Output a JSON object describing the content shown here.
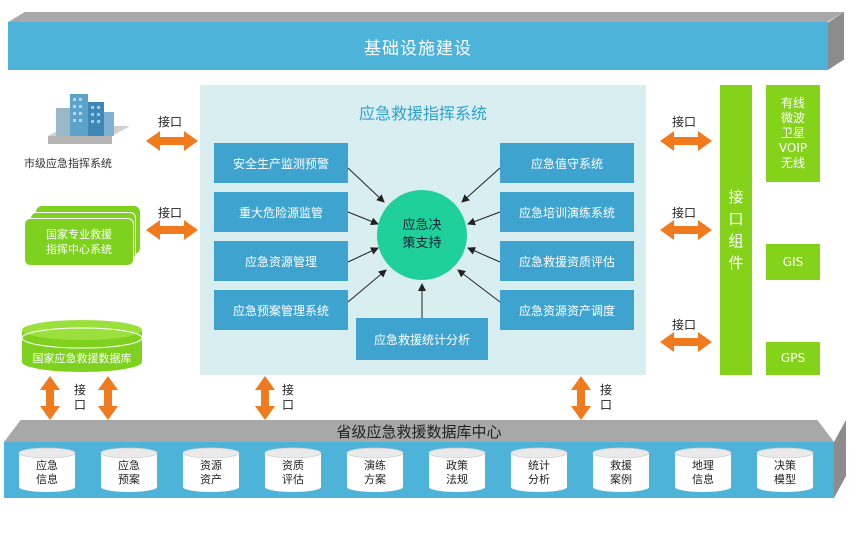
{
  "infrastructure": {
    "title": "基础设施建设"
  },
  "central": {
    "title": "应急救援指挥系统",
    "core": {
      "line1": "应急决",
      "line2": "策支持"
    },
    "left_modules": [
      "安全生产监测预警",
      "重大危险源监管",
      "应急资源管理",
      "应急预案管理系统"
    ],
    "right_modules": [
      "应急值守系统",
      "应急培训演练系统",
      "应急救援资质评估",
      "应急资源资产调度"
    ],
    "bottom_module": "应急救援统计分析"
  },
  "left": {
    "city_system": "市级应急指挥系统",
    "national_center": {
      "line1": "国家专业救援",
      "line2": "指挥中心系统"
    },
    "national_db": "国家应急救援数据库"
  },
  "interface": {
    "label": "接口",
    "component": [
      "接",
      "口",
      "组",
      "件"
    ],
    "networks": [
      "有线",
      "微波",
      "卫星",
      "VOIP",
      "无线"
    ],
    "gis": "GIS",
    "gps": "GPS"
  },
  "province_db": {
    "title": "省级应急救援数据库中心",
    "items": [
      [
        "应急",
        "信息"
      ],
      [
        "应急",
        "预案"
      ],
      [
        "资源",
        "资产"
      ],
      [
        "资质",
        "评估"
      ],
      [
        "演练",
        "方案"
      ],
      [
        "政策",
        "法规"
      ],
      [
        "统计",
        "分析"
      ],
      [
        "救援",
        "案例"
      ],
      [
        "地理",
        "信息"
      ],
      [
        "决策",
        "模型"
      ]
    ]
  },
  "colors": {
    "blue": "#4eb3d9",
    "module_blue": "#3fa3d0",
    "green": "#85d21a",
    "teal": "#1fd09a",
    "orange": "#f07a1e",
    "panel": "#d8eef0"
  }
}
